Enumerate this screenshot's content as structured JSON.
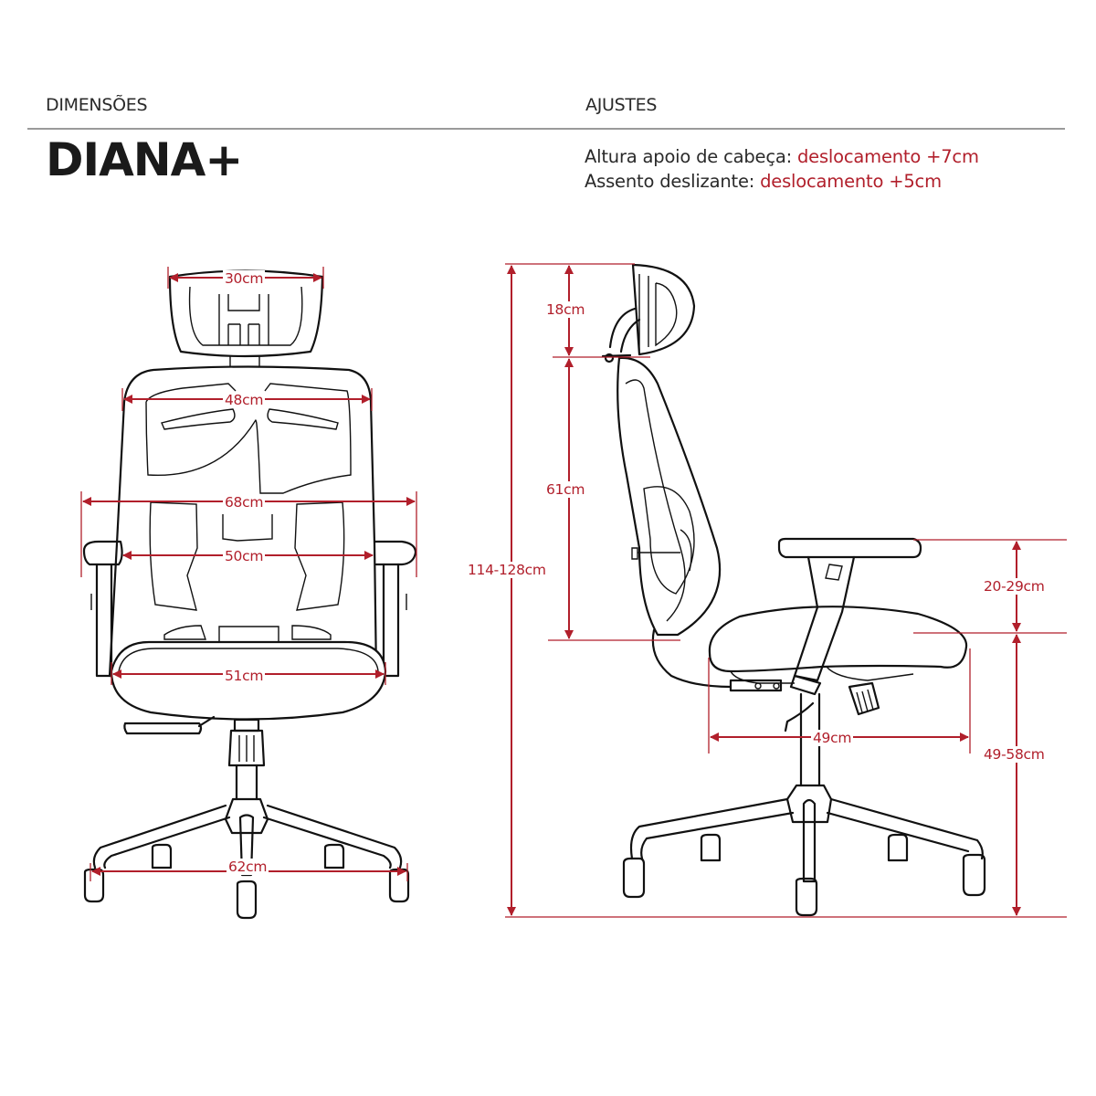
{
  "header": {
    "left_section": "DIMENSÕES",
    "right_section": "AJUSTES",
    "model_name": "DIANA+"
  },
  "adjustments": [
    {
      "label": "Altura apoio de cabeça:",
      "value": "deslocamento +7cm"
    },
    {
      "label": "Assento deslizante:",
      "value": "deslocamento +5cm"
    }
  ],
  "front_view": {
    "headrest_width": "30cm",
    "backrest_width": "48cm",
    "overall_width": "68cm",
    "between_armrests": "50cm",
    "seat_width": "51cm",
    "base_diameter": "62cm"
  },
  "side_view": {
    "headrest_height": "18cm",
    "backrest_height": "61cm",
    "total_height": "114-128cm",
    "armrest_height": "20-29cm",
    "seat_height": "49-58cm",
    "seat_depth": "49cm"
  },
  "colors": {
    "accent": "#b11f2b",
    "text": "#1e1e1e",
    "divider": "#9a9a9a"
  }
}
